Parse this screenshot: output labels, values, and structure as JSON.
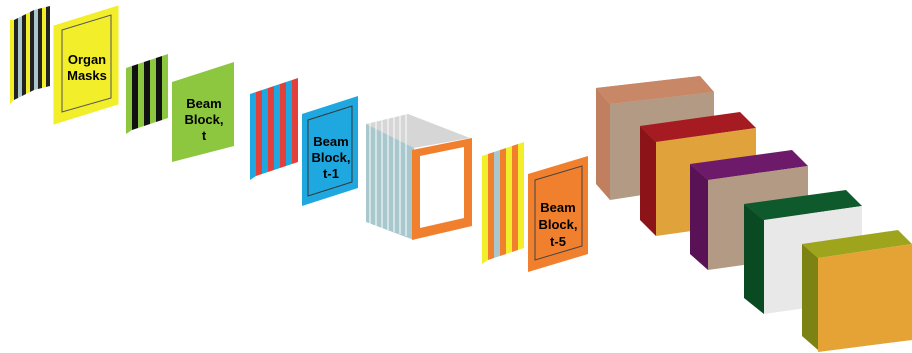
{
  "stack_labels": {
    "organ_masks": [
      "Organ",
      "Masks"
    ],
    "beam_block_t": [
      "Beam",
      "Block,",
      "t"
    ],
    "beam_block_t1": [
      "Beam",
      "Block,",
      "t-1"
    ],
    "beam_block_t5": [
      "Beam",
      "Block,",
      "t-5"
    ]
  },
  "colors": {
    "yellow": "#f2ee2a",
    "green": "#8dc63f",
    "blue": "#1fa8e0",
    "red": "#e2403a",
    "orange": "#f07f2e",
    "gray": "#d6d6d6",
    "teal": "#a9c8cd",
    "cube_brown_face": "#c08060",
    "cube_red_face": "#a61b22",
    "cube_gold": "#e0a23a",
    "cube_purple": "#6d1a6a",
    "cube_tan": "#b39a84",
    "cube_darkgreen": "#0e5a2c",
    "cube_white": "#e8e8e8",
    "cube_olive": "#9ea51d",
    "cube_orange": "#e5a235"
  }
}
